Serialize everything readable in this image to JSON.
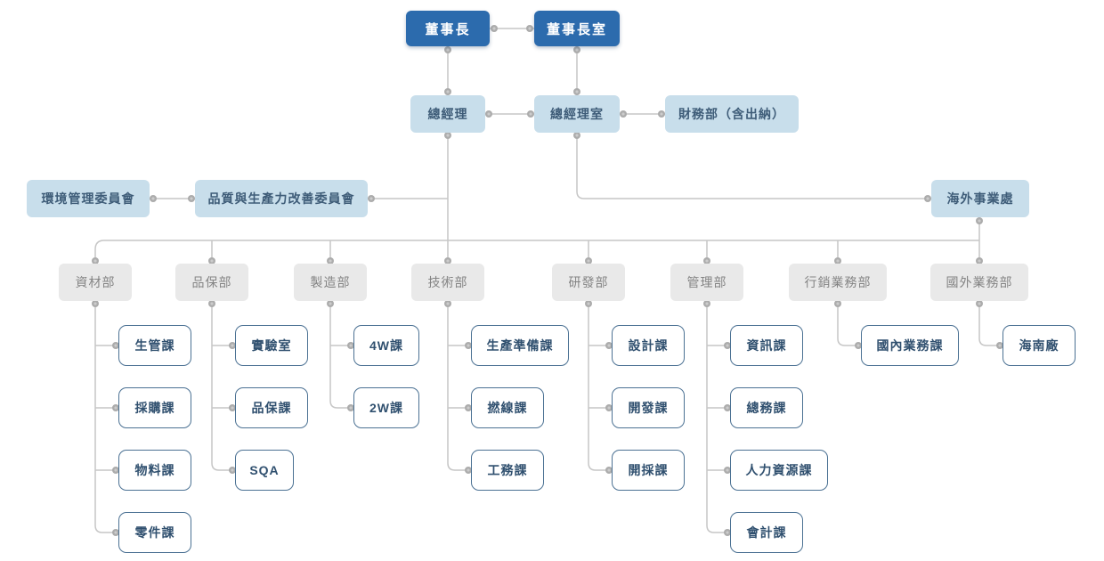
{
  "chart_title": "",
  "colors": {
    "primary": "#2c6bad",
    "primary_text": "#ffffff",
    "secondary": "#c8deeb",
    "secondary_text": "#3e5c78",
    "dept_bg": "#e9e9e9",
    "dept_text": "#848484",
    "unit_border": "#4b7193",
    "unit_text": "#30506f",
    "line": "#c6c6c6",
    "dot": "#acacac",
    "dot_center": "#cccccc",
    "background": "#ffffff"
  },
  "nodes": {
    "chairman": {
      "label": "董事長"
    },
    "chairman_office": {
      "label": "董事長室"
    },
    "gm": {
      "label": "總經理"
    },
    "gm_office": {
      "label": "總經理室"
    },
    "finance": {
      "label": "財務部（含出納）"
    },
    "env_committee": {
      "label": "環境管理委員會"
    },
    "quality_committee": {
      "label": "品質與生產力改善委員會"
    },
    "overseas_division": {
      "label": "海外事業處"
    },
    "dept_materials": {
      "label": "資材部"
    },
    "dept_qa": {
      "label": "品保部"
    },
    "dept_manufacturing": {
      "label": "製造部"
    },
    "dept_engineering": {
      "label": "技術部"
    },
    "dept_rnd": {
      "label": "研發部"
    },
    "dept_admin": {
      "label": "管理部"
    },
    "dept_marketing": {
      "label": "行銷業務部"
    },
    "dept_foreign": {
      "label": "國外業務部"
    },
    "unit_production_control": {
      "label": "生管課"
    },
    "unit_purchasing": {
      "label": "採購課"
    },
    "unit_materials": {
      "label": "物料課"
    },
    "unit_parts": {
      "label": "零件課"
    },
    "unit_lab": {
      "label": "實驗室"
    },
    "unit_qa": {
      "label": "品保課"
    },
    "unit_sqa": {
      "label": "SQA"
    },
    "unit_4w": {
      "label": "4W課"
    },
    "unit_2w": {
      "label": "2W課"
    },
    "unit_production_prep": {
      "label": "生產準備課"
    },
    "unit_twisting": {
      "label": "撚線課"
    },
    "unit_engineering_affairs": {
      "label": "工務課"
    },
    "unit_design": {
      "label": "設計課"
    },
    "unit_development": {
      "label": "開發課"
    },
    "unit_mining": {
      "label": "開採課"
    },
    "unit_it": {
      "label": "資訊課"
    },
    "unit_general_affairs": {
      "label": "總務課"
    },
    "unit_hr": {
      "label": "人力資源課"
    },
    "unit_accounting": {
      "label": "會計課"
    },
    "unit_domestic_sales": {
      "label": "國內業務課"
    },
    "unit_hainan": {
      "label": "海南廠"
    }
  },
  "edges": [
    [
      "chairman",
      "chairman_office"
    ],
    [
      "chairman",
      "gm"
    ],
    [
      "chairman_office",
      "gm_office"
    ],
    [
      "gm",
      "gm_office"
    ],
    [
      "gm_office",
      "finance"
    ],
    [
      "env_committee",
      "quality_committee"
    ],
    [
      "quality_committee",
      "gm"
    ],
    [
      "gm_office",
      "overseas_division"
    ],
    [
      "gm",
      "dept_materials"
    ],
    [
      "gm",
      "dept_qa"
    ],
    [
      "gm",
      "dept_manufacturing"
    ],
    [
      "gm",
      "dept_engineering"
    ],
    [
      "gm",
      "dept_rnd"
    ],
    [
      "gm",
      "dept_admin"
    ],
    [
      "gm",
      "dept_marketing"
    ],
    [
      "gm",
      "dept_foreign"
    ],
    [
      "overseas_division",
      "dept_foreign"
    ],
    [
      "dept_materials",
      "unit_production_control"
    ],
    [
      "dept_materials",
      "unit_purchasing"
    ],
    [
      "dept_materials",
      "unit_materials"
    ],
    [
      "dept_materials",
      "unit_parts"
    ],
    [
      "dept_qa",
      "unit_lab"
    ],
    [
      "dept_qa",
      "unit_qa"
    ],
    [
      "dept_qa",
      "unit_sqa"
    ],
    [
      "dept_manufacturing",
      "unit_4w"
    ],
    [
      "dept_manufacturing",
      "unit_2w"
    ],
    [
      "dept_engineering",
      "unit_production_prep"
    ],
    [
      "dept_engineering",
      "unit_twisting"
    ],
    [
      "dept_engineering",
      "unit_engineering_affairs"
    ],
    [
      "dept_rnd",
      "unit_design"
    ],
    [
      "dept_rnd",
      "unit_development"
    ],
    [
      "dept_rnd",
      "unit_mining"
    ],
    [
      "dept_admin",
      "unit_it"
    ],
    [
      "dept_admin",
      "unit_general_affairs"
    ],
    [
      "dept_admin",
      "unit_hr"
    ],
    [
      "dept_admin",
      "unit_accounting"
    ],
    [
      "dept_marketing",
      "unit_domestic_sales"
    ],
    [
      "dept_foreign",
      "unit_hainan"
    ]
  ]
}
